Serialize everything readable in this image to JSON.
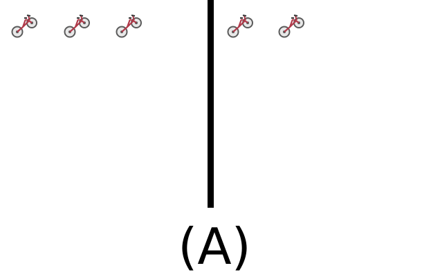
{
  "figure": {
    "label": "(A)",
    "left_group": {
      "icon": "bicycle-icon",
      "count": 3
    },
    "right_group": {
      "icon": "bicycle-icon",
      "count": 2
    },
    "colors": {
      "bike_frame": "#b03a4a",
      "wheel": "#5a5a5a",
      "divider": "#000000"
    }
  }
}
